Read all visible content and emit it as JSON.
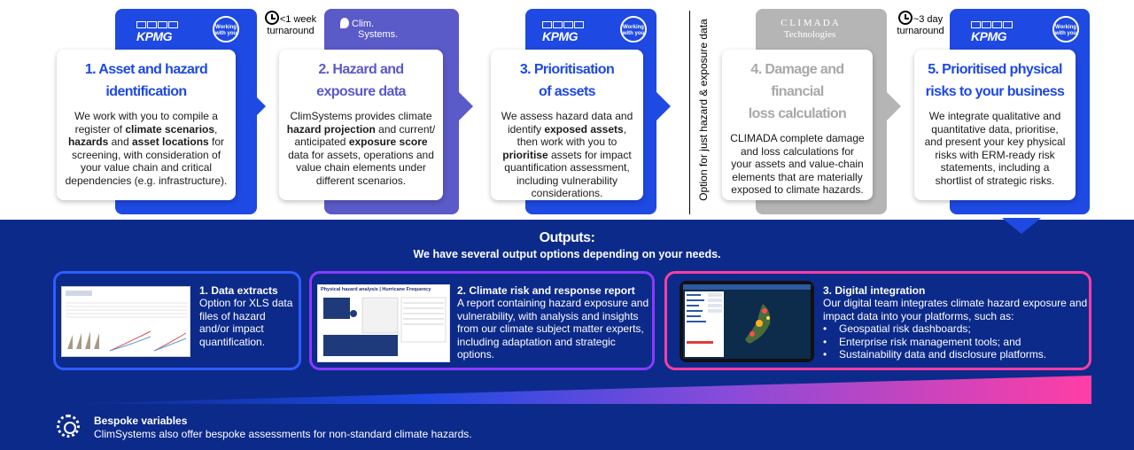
{
  "steps": [
    {
      "title_1": "1. Asset and hazard",
      "title_2": "identification",
      "text": [
        {
          "t": "We work with you to compile a register of "
        },
        {
          "t": "climate scenarios",
          "b": true
        },
        {
          "t": ", "
        },
        {
          "t": "hazards",
          "b": true
        },
        {
          "t": " and "
        },
        {
          "t": "asset locations",
          "b": true
        },
        {
          "t": " for screening, with consideration of your value chain and critical dependencies (e.g. infrastructure)."
        }
      ]
    },
    {
      "title_1": "2. Hazard and",
      "title_2": "exposure data",
      "text": [
        {
          "t": "ClimSystems provides climate "
        },
        {
          "t": "hazard projection",
          "b": true
        },
        {
          "t": " and current/ anticipated "
        },
        {
          "t": "exposure score",
          "b": true
        },
        {
          "t": " data for assets, operations and value chain elements under different scenarios."
        }
      ]
    },
    {
      "title_1": "3. Prioritisation",
      "title_2": "of assets",
      "text": [
        {
          "t": "We assess hazard data and identify "
        },
        {
          "t": "exposed assets",
          "b": true
        },
        {
          "t": ", then work with you to "
        },
        {
          "t": "prioritise",
          "b": true
        },
        {
          "t": " assets for impact quantification assessment, including vulnerability considerations."
        }
      ]
    },
    {
      "title_1": "4. Damage and financial",
      "title_2": "loss calculation",
      "text": [
        {
          "t": "CLIMADA complete damage and loss calculations for your assets and value-chain elements that are materially exposed to climate hazards."
        }
      ]
    },
    {
      "title_1": "5. Prioritised physical",
      "title_2": "risks to your business",
      "text": [
        {
          "t": "We integrate qualitative and quantitative data, prioritise, and present your key physical risks with ERM-ready risk statements, including a shortlist of strategic risks."
        }
      ]
    }
  ],
  "logos": {
    "kpmg": "KPMG",
    "working": "Working with you",
    "clim_1": "Clim.",
    "clim_2": "Systems.",
    "climada_1": "C L I M A D A",
    "climada_2": "Technologies"
  },
  "turnaround_1": {
    "line1": "<1 week",
    "line2": "turnaround"
  },
  "turnaround_2": {
    "line1": "~3 day",
    "line2": "turnaround"
  },
  "option_label": "Option for just hazard & exposure data",
  "outputs": {
    "title": "Outputs:",
    "subtitle": "We have several output options depending on your needs.",
    "items": [
      {
        "heading": "1. Data extracts",
        "text": "Option for XLS data files of hazard and/or impact quantification."
      },
      {
        "heading": "2. Climate risk and response report",
        "text": "A report containing hazard exposure and vulnerability, with analysis and insights from our climate subject matter experts, including adaptation and strategic options."
      },
      {
        "heading": "3. Digital integration",
        "text": "Our digital team integrates climate hazard exposure and impact data into your platforms, such as:",
        "bullets": [
          "Geospatial risk dashboards;",
          "Enterprise risk management tools; and",
          "Sustainability data and disclosure platforms."
        ]
      }
    ],
    "report_thumb_title": "Physical hazard analysis | Hurricane Frequency"
  },
  "bespoke": {
    "heading": "Bespoke variables",
    "text": "ClimSystems also offer bespoke assessments for non-standard climate hazards."
  },
  "colors": {
    "kpmg_blue": "#1e49e2",
    "clim_purple": "#5a5ac8",
    "climada_grey": "#b5b5b5",
    "navy": "#0c2a8a",
    "pink": "#ff3ea5"
  }
}
